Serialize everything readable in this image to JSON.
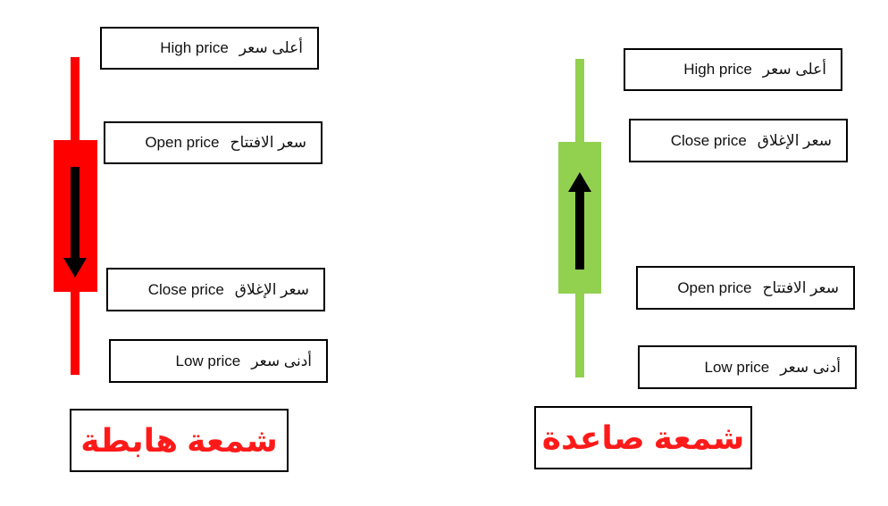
{
  "colors": {
    "bearish": "#ff0000",
    "bullish": "#92d050",
    "arrow": "#000000",
    "title_text": "#ff1a1a"
  },
  "bearish": {
    "title": "شمعة هابطة",
    "arrow_icon": "arrow-down-icon",
    "labels": {
      "high": {
        "en": "High price",
        "ar": "أعلى سعر"
      },
      "open": {
        "en": "Open price",
        "ar": "سعر الافتتاح"
      },
      "close": {
        "en": "Close price",
        "ar": "سعر الإغلاق"
      },
      "low": {
        "en": "Low price",
        "ar": "أدنى سعر"
      }
    }
  },
  "bullish": {
    "title": "شمعة صاعدة",
    "arrow_icon": "arrow-up-icon",
    "labels": {
      "high": {
        "en": "High price",
        "ar": "أعلى سعر"
      },
      "close": {
        "en": "Close price",
        "ar": "سعر الإغلاق"
      },
      "open": {
        "en": "Open price",
        "ar": "سعر الافتتاح"
      },
      "low": {
        "en": "Low price",
        "ar": "أدنى سعر"
      }
    }
  }
}
